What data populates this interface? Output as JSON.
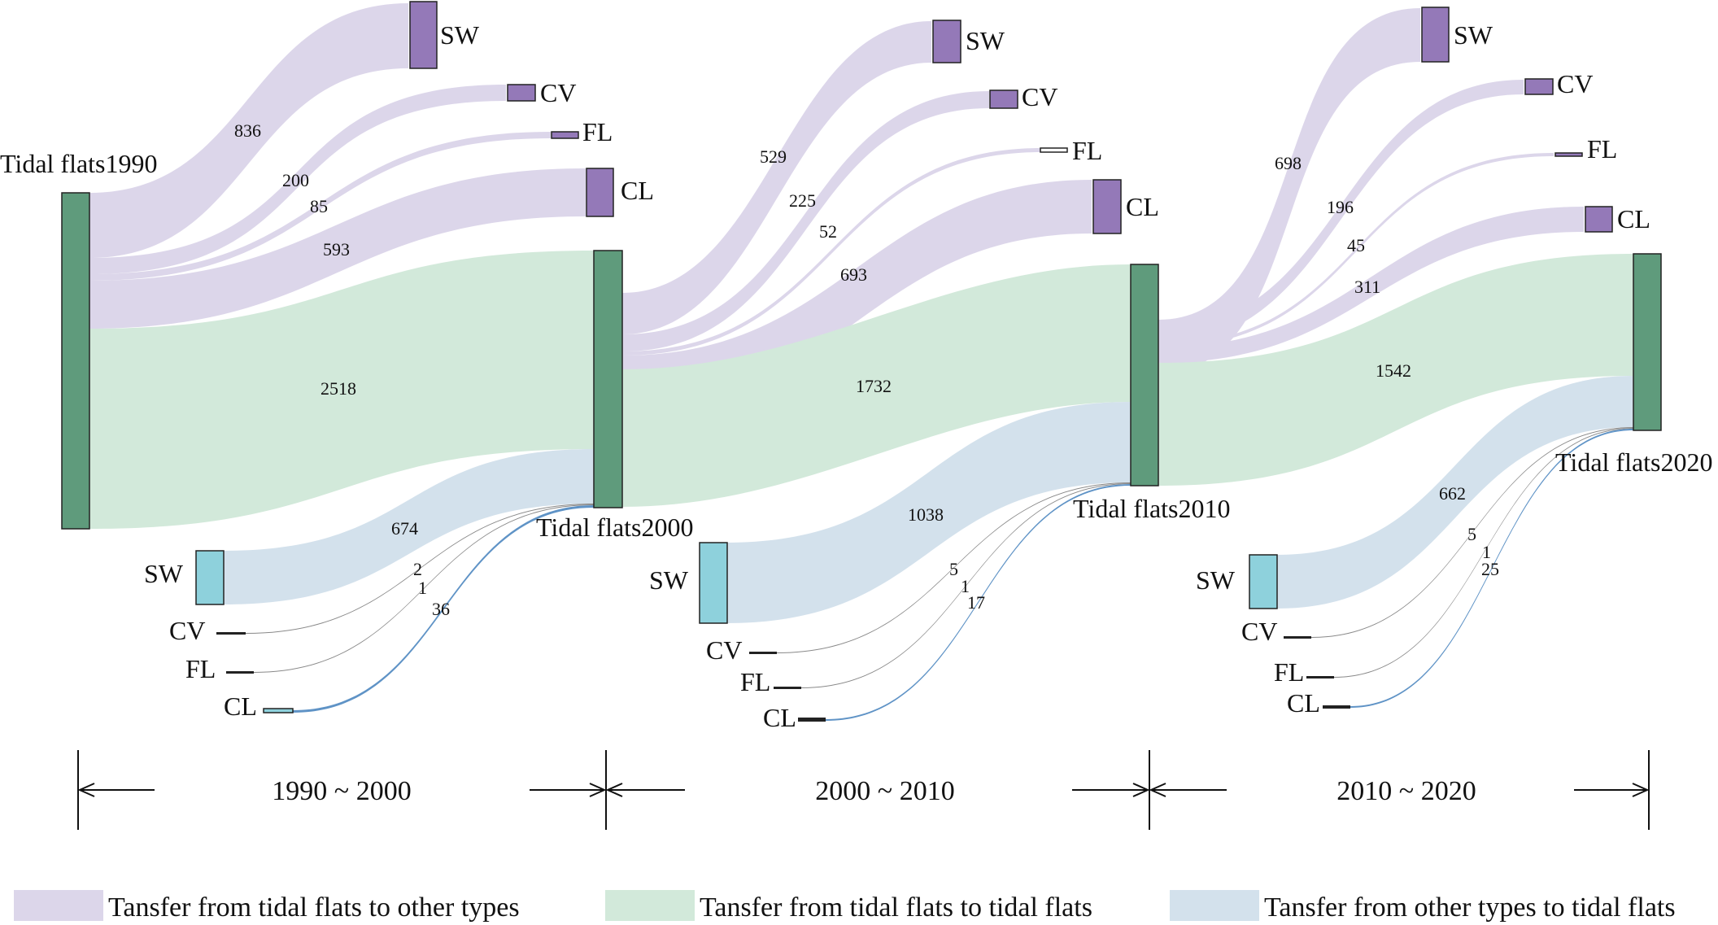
{
  "colors": {
    "out_flow": "#dcd6ea",
    "stay_flow": "#d2e9da",
    "in_flow": "#d3e1ec",
    "tidal_node": "#5f9b7c",
    "out_node": "#9479b8",
    "in_node": "#8ed1dc",
    "small_in_node": "#8ed1dc",
    "node_stroke": "#222222",
    "thin_link_gray": "#888888",
    "thin_link_blue": "#5f93c6"
  },
  "stages": [
    {
      "label": "Tidal flats1990"
    },
    {
      "label": "Tidal flats2000"
    },
    {
      "label": "Tidal flats2010"
    },
    {
      "label": "Tidal flats2020"
    }
  ],
  "transitions": [
    {
      "out": [
        {
          "label": "SW",
          "value": "836"
        },
        {
          "label": "CV",
          "value": "200"
        },
        {
          "label": "FL",
          "value": "85"
        },
        {
          "label": "CL",
          "value": "593"
        }
      ],
      "stay": {
        "value": "2518"
      },
      "in": [
        {
          "label": "SW",
          "value": "674"
        },
        {
          "label": "CV",
          "value": "2"
        },
        {
          "label": "FL",
          "value": "1"
        },
        {
          "label": "CL",
          "value": "36"
        }
      ]
    },
    {
      "out": [
        {
          "label": "SW",
          "value": "529"
        },
        {
          "label": "CV",
          "value": "225"
        },
        {
          "label": "FL",
          "value": "52"
        },
        {
          "label": "CL",
          "value": "693"
        }
      ],
      "stay": {
        "value": "1732"
      },
      "in": [
        {
          "label": "SW",
          "value": "1038"
        },
        {
          "label": "CV",
          "value": "5"
        },
        {
          "label": "FL",
          "value": "1"
        },
        {
          "label": "CL",
          "value": "17"
        }
      ]
    },
    {
      "out": [
        {
          "label": "SW",
          "value": "698"
        },
        {
          "label": "CV",
          "value": "196"
        },
        {
          "label": "FL",
          "value": "45"
        },
        {
          "label": "CL",
          "value": "311"
        }
      ],
      "stay": {
        "value": "1542"
      },
      "in": [
        {
          "label": "SW",
          "value": "662"
        },
        {
          "label": "CV",
          "value": "5"
        },
        {
          "label": "FL",
          "value": "1"
        },
        {
          "label": "CL",
          "value": "25"
        }
      ]
    }
  ],
  "periods": [
    {
      "label": "1990 ~ 2000"
    },
    {
      "label": "2000 ~ 2010"
    },
    {
      "label": "2010 ~ 2020"
    }
  ],
  "legend": [
    {
      "label": "Tansfer from tidal flats to other types",
      "color": "#dcd6ea"
    },
    {
      "label": "Tansfer from tidal flats to tidal flats",
      "color": "#d2e9da"
    },
    {
      "label": "Tansfer from other types to tidal flats",
      "color": "#d3e1ec"
    }
  ]
}
